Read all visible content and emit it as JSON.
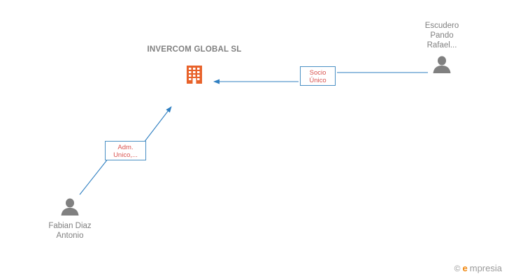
{
  "diagram": {
    "type": "ownership-graph",
    "company": {
      "name": "INVERCOM\nGLOBAL SL",
      "icon": "building-icon",
      "color": "#e8622a"
    },
    "persons": [
      {
        "id": "escudero",
        "name": "Escudero\nPando\nRafael...",
        "icon": "person-icon"
      },
      {
        "id": "fabian",
        "name": "Fabian Diaz\nAntonio",
        "icon": "person-icon"
      }
    ],
    "relations": [
      {
        "id": "socio-unico",
        "label": "Socio\nÚnico",
        "from": "escudero",
        "to": "company"
      },
      {
        "id": "adm-unico",
        "label": "Adm.\nUnico,...",
        "from": "fabian",
        "to": "company"
      }
    ],
    "edge_color": "#2f7fc1",
    "label_border_color": "#4a90c4",
    "label_text_color": "#d9534f",
    "node_text_color": "#808080"
  },
  "watermark": {
    "copyright": "©",
    "brand_e": "e",
    "brand_rest": "mpresia"
  }
}
